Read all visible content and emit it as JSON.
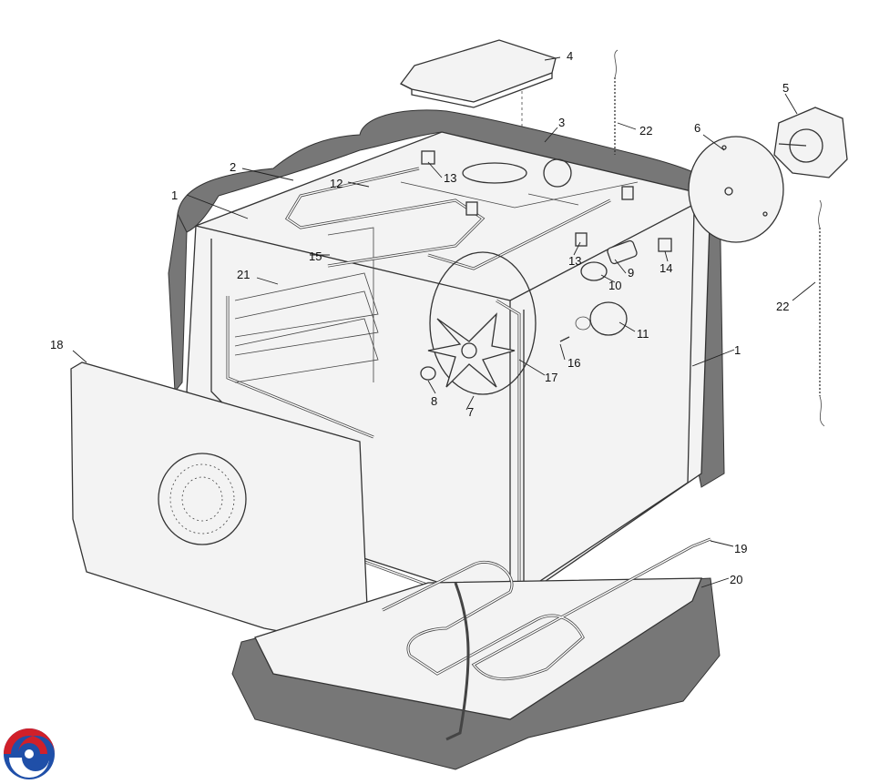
{
  "diagram": {
    "callouts": [
      "1",
      "2",
      "3",
      "4",
      "5",
      "6",
      "7",
      "8",
      "9",
      "10",
      "11",
      "12",
      "13",
      "13",
      "14",
      "15",
      "16",
      "17",
      "18",
      "19",
      "20",
      "21",
      "22",
      "22",
      "1"
    ]
  },
  "colors": {
    "line": "#333333",
    "insulation": "#777777",
    "panel": "#f3f3f3",
    "logo_red": "#d0202a",
    "logo_blue": "#1f4fa8"
  },
  "icons": {
    "brand_logo": "spiral-logo-icon"
  }
}
